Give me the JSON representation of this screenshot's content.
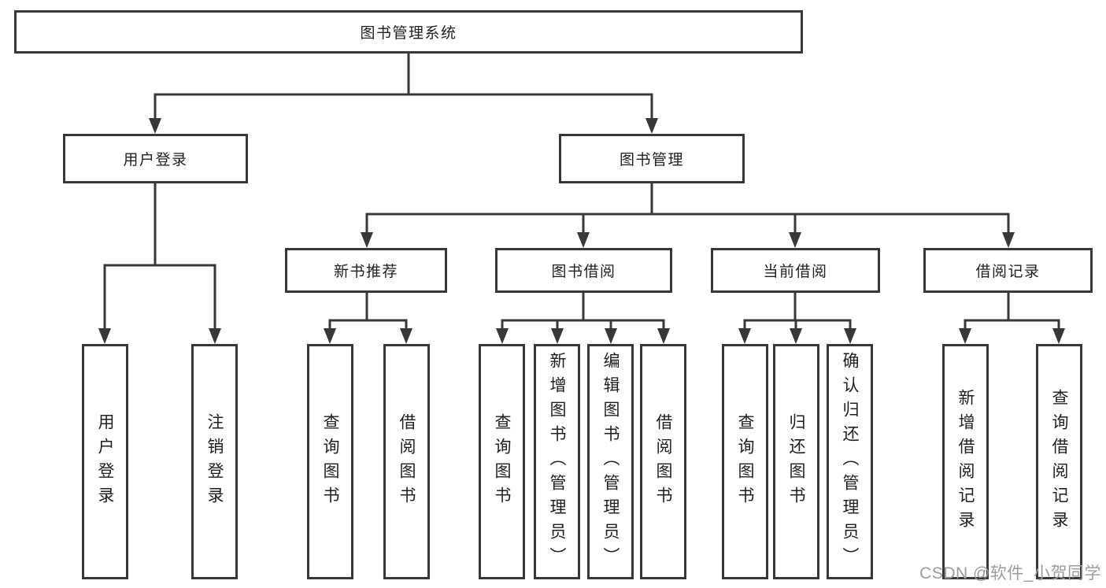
{
  "tree": {
    "root": "图书管理系统",
    "branches": {
      "user_login": "用户登录",
      "book_mgmt": "图书管理"
    },
    "modules": {
      "new_book_rec": "新书推荐",
      "book_borrow": "图书借阅",
      "current_borrow": "当前借阅",
      "borrow_records": "借阅记录"
    },
    "leaves": {
      "user_login": [
        "用户登录",
        "注销登录"
      ],
      "new_book_rec": [
        "查询图书",
        "借阅图书"
      ],
      "book_borrow": [
        "查询图书",
        "新增图书（管理员）",
        "编辑图书（管理员）",
        "借阅图书"
      ],
      "current_borrow": [
        "查询图书",
        "归还图书",
        "确认归还（管理员）"
      ],
      "borrow_records": [
        "新增借阅记录",
        "查询借阅记录"
      ]
    }
  },
  "watermark": {
    "text": "CSDN @软件_小贺同学"
  },
  "colors": {
    "line": "#383838",
    "box_border": "#383838",
    "text": "#1f1f1f",
    "watermark": "#9c9c9c",
    "background": "#ffffff"
  }
}
